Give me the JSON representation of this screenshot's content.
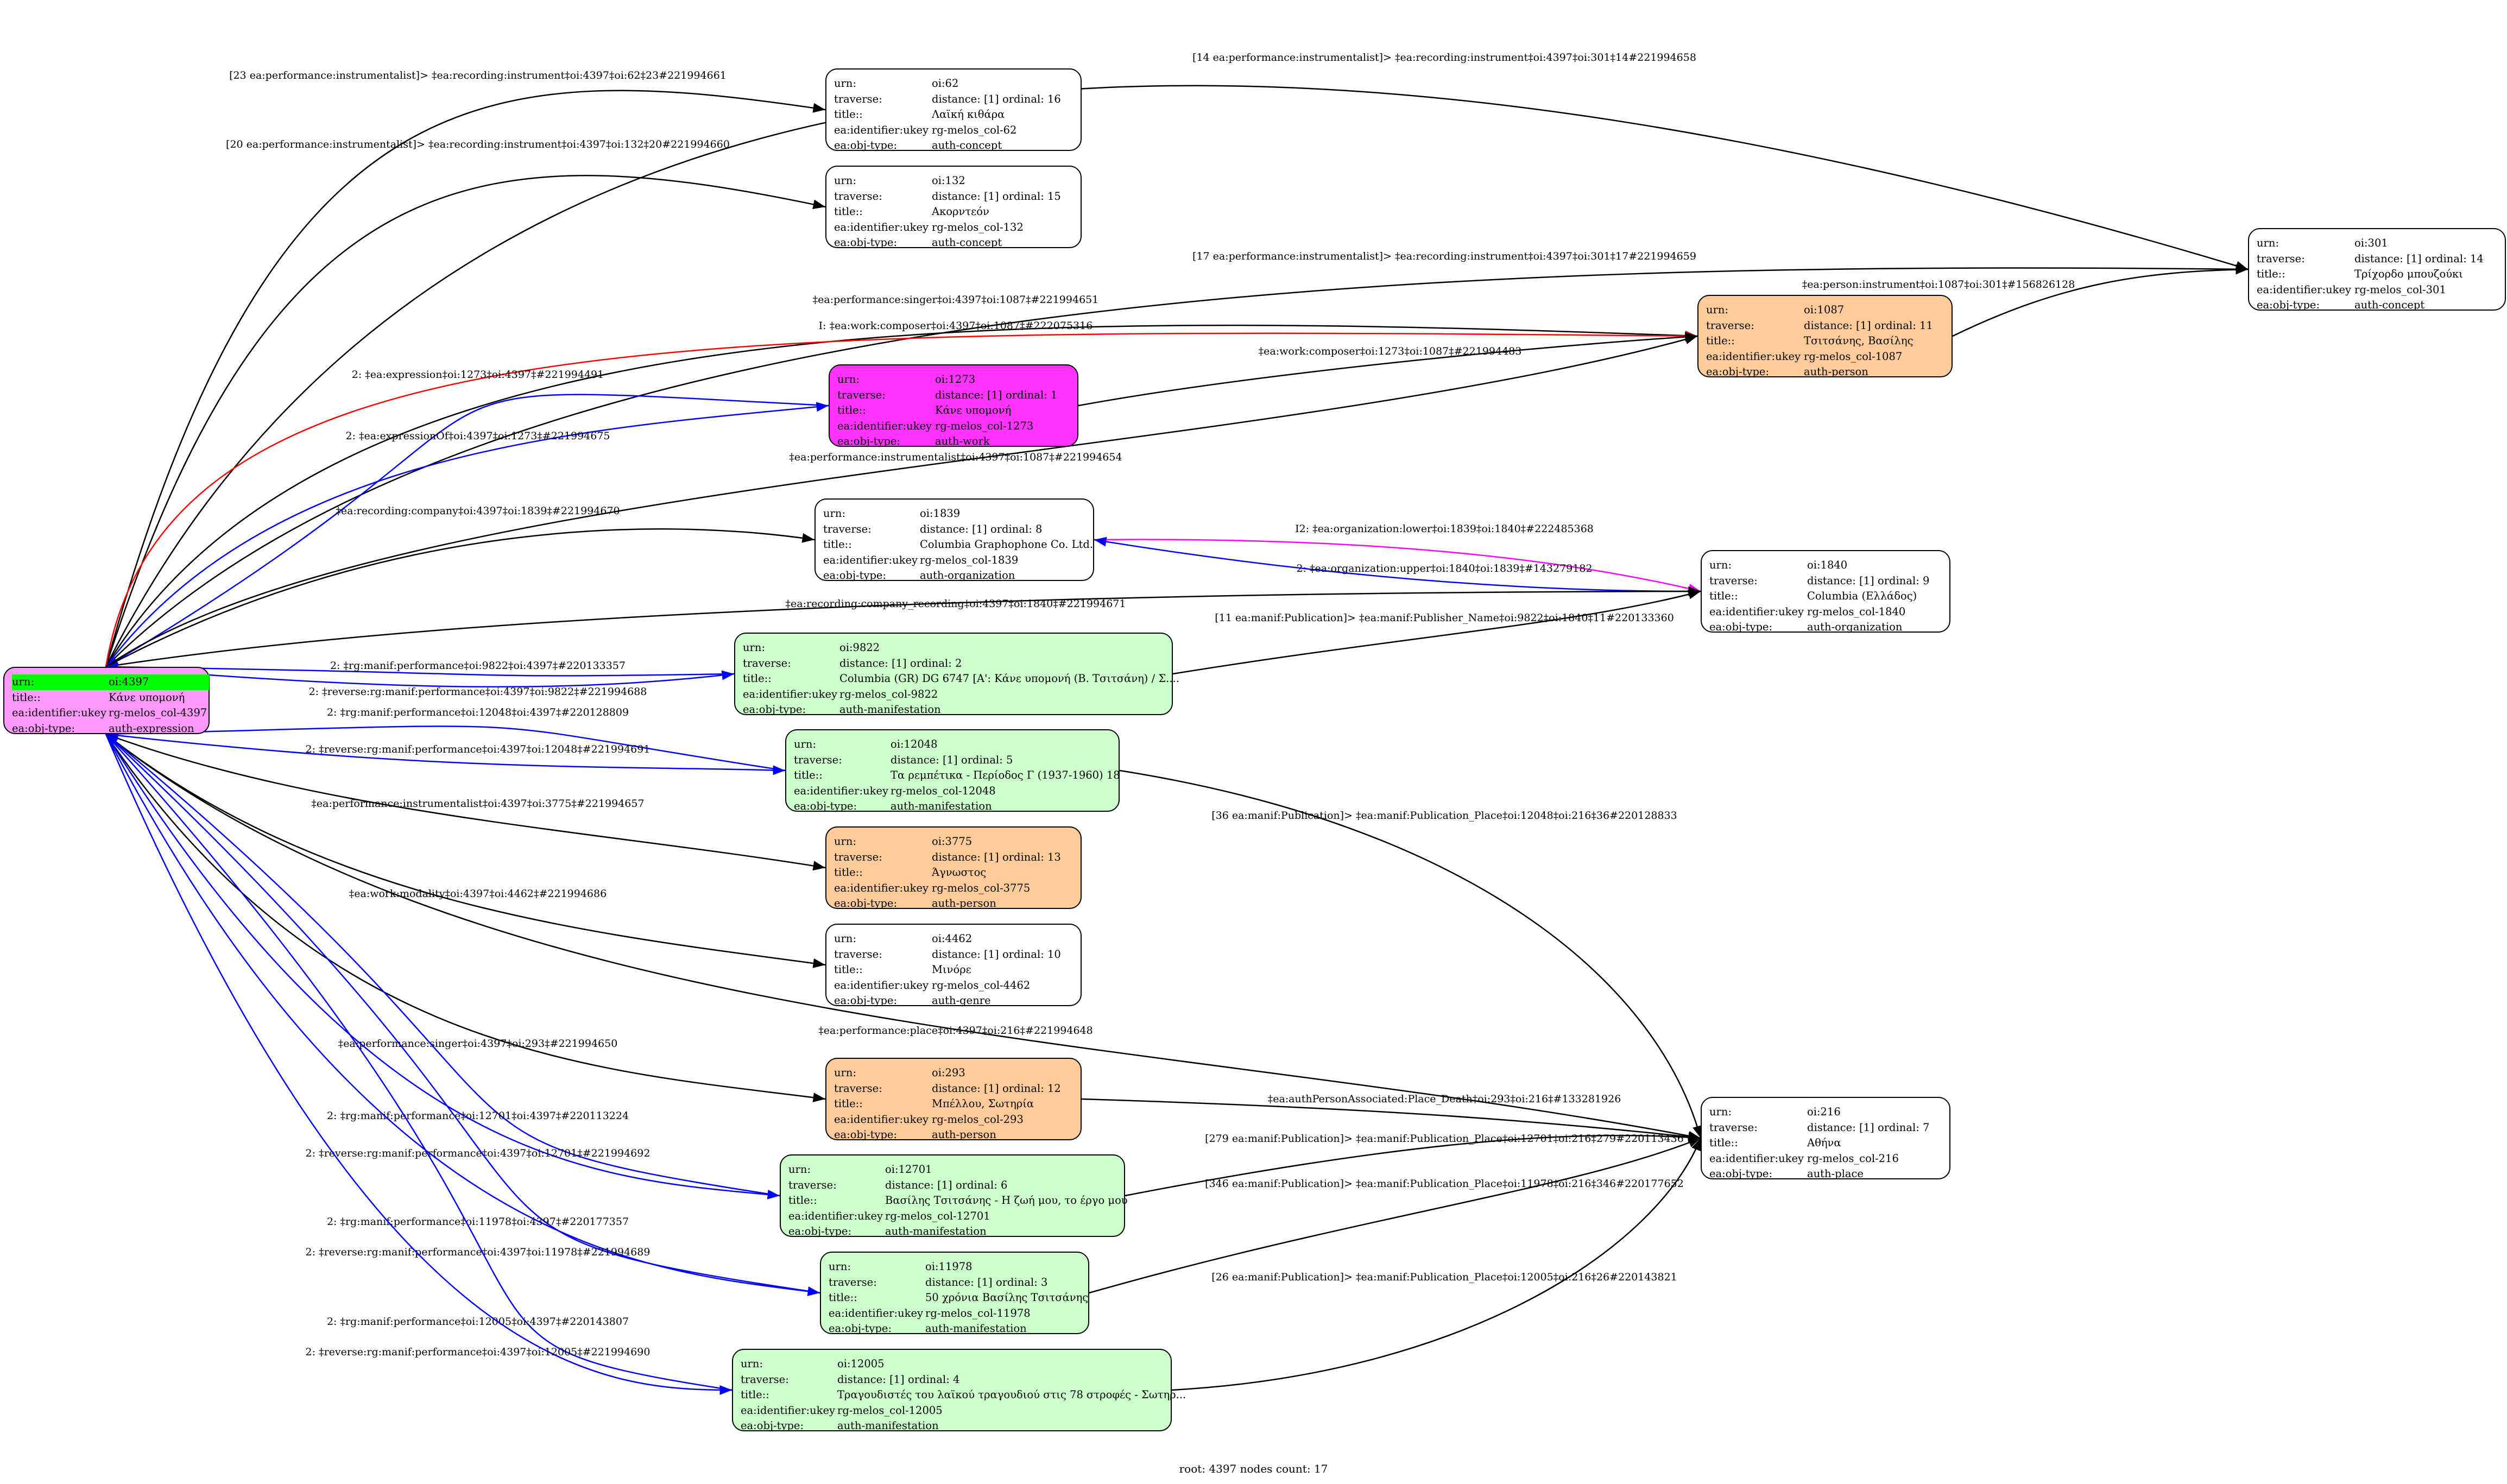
{
  "graph": {
    "root": "oi:4397",
    "footer": "root: 4397 nodes count: 17",
    "field_labels": {
      "urn": "urn:",
      "traverse": "traverse:",
      "title": "title::",
      "ukey": "ea:identifier:ukey",
      "type": "ea:obj-type:"
    },
    "colors": {
      "expression": "#ff99ff",
      "work": "#ff33ff",
      "person": "#ffcc99",
      "manifestation": "#ccffcc",
      "plain": "#ffffff",
      "root_highlight": "#00ff00",
      "edge_default": "#000000",
      "edge_reverse": "#0000ff",
      "edge_inferred": "#ff0000",
      "edge_org_lower": "#ff00ff"
    },
    "nodes": [
      {
        "id": "oi:4397",
        "urn": "oi:4397",
        "traverse": "",
        "distance": "",
        "ordinal": "",
        "title": "Κάνε υπομονή",
        "ukey": "rg-melos_col-4397",
        "type": "auth-expression",
        "color": "expression",
        "root": true
      },
      {
        "id": "oi:62",
        "urn": "oi:62",
        "distance": "distance: [1]",
        "ordinal": "ordinal: 16",
        "title": "Λαϊκή κιθάρα",
        "ukey": "rg-melos_col-62",
        "type": "auth-concept",
        "color": "plain"
      },
      {
        "id": "oi:132",
        "urn": "oi:132",
        "distance": "distance: [1]",
        "ordinal": "ordinal: 15",
        "title": "Ακορντεόν",
        "ukey": "rg-melos_col-132",
        "type": "auth-concept",
        "color": "plain"
      },
      {
        "id": "oi:301",
        "urn": "oi:301",
        "distance": "distance: [1]",
        "ordinal": "ordinal: 14",
        "title": "Τρίχορδο μπουζούκι",
        "ukey": "rg-melos_col-301",
        "type": "auth-concept",
        "color": "plain"
      },
      {
        "id": "oi:1087",
        "urn": "oi:1087",
        "distance": "distance: [1]",
        "ordinal": "ordinal: 11",
        "title": "Τσιτσάνης, Βασίλης",
        "ukey": "rg-melos_col-1087",
        "type": "auth-person",
        "color": "person"
      },
      {
        "id": "oi:1273",
        "urn": "oi:1273",
        "distance": "distance: [1]",
        "ordinal": "ordinal: 1",
        "title": "Κάνε υπομονή",
        "ukey": "rg-melos_col-1273",
        "type": "auth-work",
        "color": "work"
      },
      {
        "id": "oi:1839",
        "urn": "oi:1839",
        "distance": "distance: [1]",
        "ordinal": "ordinal: 8",
        "title": "Columbia Graphophone Co. Ltd.",
        "ukey": "rg-melos_col-1839",
        "type": "auth-organization",
        "color": "plain"
      },
      {
        "id": "oi:1840",
        "urn": "oi:1840",
        "distance": "distance: [1]",
        "ordinal": "ordinal: 9",
        "title": "Columbia (Ελλάδος)",
        "ukey": "rg-melos_col-1840",
        "type": "auth-organization",
        "color": "plain"
      },
      {
        "id": "oi:9822",
        "urn": "oi:9822",
        "distance": "distance: [1]",
        "ordinal": "ordinal: 2",
        "title": "Columbia (GR) DG 6747 [A': Κάνε υπομονή (Β. Τσιτσάνη) / Σ....",
        "ukey": "rg-melos_col-9822",
        "type": "auth-manifestation",
        "color": "manifestation"
      },
      {
        "id": "oi:12048",
        "urn": "oi:12048",
        "distance": "distance: [1]",
        "ordinal": "ordinal: 5",
        "title": "Τα ρεμπέτικα - Περίοδος Γ (1937-1960) 18",
        "ukey": "rg-melos_col-12048",
        "type": "auth-manifestation",
        "color": "manifestation"
      },
      {
        "id": "oi:3775",
        "urn": "oi:3775",
        "distance": "distance: [1]",
        "ordinal": "ordinal: 13",
        "title": "Άγνωστος",
        "ukey": "rg-melos_col-3775",
        "type": "auth-person",
        "color": "person"
      },
      {
        "id": "oi:4462",
        "urn": "oi:4462",
        "distance": "distance: [1]",
        "ordinal": "ordinal: 10",
        "title": "Μινόρε",
        "ukey": "rg-melos_col-4462",
        "type": "auth-genre",
        "color": "plain"
      },
      {
        "id": "oi:216",
        "urn": "oi:216",
        "distance": "distance: [1]",
        "ordinal": "ordinal: 7",
        "title": "Αθήνα",
        "ukey": "rg-melos_col-216",
        "type": "auth-place",
        "color": "plain"
      },
      {
        "id": "oi:293",
        "urn": "oi:293",
        "distance": "distance: [1]",
        "ordinal": "ordinal: 12",
        "title": "Μπέλλου, Σωτηρία",
        "ukey": "rg-melos_col-293",
        "type": "auth-person",
        "color": "person"
      },
      {
        "id": "oi:12701",
        "urn": "oi:12701",
        "distance": "distance: [1]",
        "ordinal": "ordinal: 6",
        "title": "Βασίλης Τσιτσάνης - Η ζωή μου, το έργο μου",
        "ukey": "rg-melos_col-12701",
        "type": "auth-manifestation",
        "color": "manifestation"
      },
      {
        "id": "oi:11978",
        "urn": "oi:11978",
        "distance": "distance: [1]",
        "ordinal": "ordinal: 3",
        "title": "50 χρόνια Βασίλης Τσιτσάνης",
        "ukey": "rg-melos_col-11978",
        "type": "auth-manifestation",
        "color": "manifestation"
      },
      {
        "id": "oi:12005",
        "urn": "oi:12005",
        "distance": "distance: [1]",
        "ordinal": "ordinal: 4",
        "title": "Τραγουδιστές του λαϊκού τραγουδιού στις 78 στροφές - Σωτηρ...",
        "ukey": "rg-melos_col-12005",
        "type": "auth-manifestation",
        "color": "manifestation"
      }
    ],
    "edges": [
      {
        "from": "oi:4397",
        "to": "oi:301",
        "label": "[14 ea:performance:instrumentalist]> ‡ea:recording:instrument‡oi:4397‡oi:301‡14#221994658",
        "color": "edge_default"
      },
      {
        "from": "oi:4397",
        "to": "oi:62",
        "label": "[23 ea:performance:instrumentalist]> ‡ea:recording:instrument‡oi:4397‡oi:62‡23#221994661",
        "color": "edge_default"
      },
      {
        "from": "oi:4397",
        "to": "oi:132",
        "label": "[20 ea:performance:instrumentalist]> ‡ea:recording:instrument‡oi:4397‡oi:132‡20#221994660",
        "color": "edge_default"
      },
      {
        "from": "oi:4397",
        "to": "oi:301",
        "label": "[17 ea:performance:instrumentalist]> ‡ea:recording:instrument‡oi:4397‡oi:301‡17#221994659",
        "color": "edge_default"
      },
      {
        "from": "oi:4397",
        "to": "oi:1087",
        "label": "‡ea:performance:singer‡oi:4397‡oi:1087‡#221994651",
        "color": "edge_default"
      },
      {
        "from": "oi:4397",
        "to": "oi:1087",
        "label": "I: ‡ea:work:composer‡oi:4397‡oi:1087‡#222075316",
        "color": "edge_inferred"
      },
      {
        "from": "oi:1273",
        "to": "oi:4397",
        "label": "2: ‡ea:expression‡oi:1273‡oi:4397‡#221994491",
        "color": "edge_reverse"
      },
      {
        "from": "oi:1273",
        "to": "oi:1087",
        "label": "‡ea:work:composer‡oi:1273‡oi:1087‡#221994483",
        "color": "edge_default"
      },
      {
        "from": "oi:4397",
        "to": "oi:1273",
        "label": "2: ‡ea:expressionOf‡oi:4397‡oi:1273‡#221994675",
        "color": "edge_reverse"
      },
      {
        "from": "oi:4397",
        "to": "oi:1087",
        "label": "‡ea:performance:instrumentalist‡oi:4397‡oi:1087‡#221994654",
        "color": "edge_default"
      },
      {
        "from": "oi:1087",
        "to": "oi:301",
        "label": "‡ea:person:instrument‡oi:1087‡oi:301‡#156826128",
        "color": "edge_default"
      },
      {
        "from": "oi:4397",
        "to": "oi:1839",
        "label": "‡ea:recording:company‡oi:4397‡oi:1839‡#221994670",
        "color": "edge_default"
      },
      {
        "from": "oi:1839",
        "to": "oi:1840",
        "label": "I2: ‡ea:organization:lower‡oi:1839‡oi:1840‡#222485368",
        "color": "edge_org_lower"
      },
      {
        "from": "oi:1840",
        "to": "oi:1839",
        "label": "2: ‡ea:organization:upper‡oi:1840‡oi:1839‡#143279182",
        "color": "edge_reverse"
      },
      {
        "from": "oi:4397",
        "to": "oi:1840",
        "label": "‡ea:recording:company_recording‡oi:4397‡oi:1840‡#221994671",
        "color": "edge_default"
      },
      {
        "from": "oi:9822",
        "to": "oi:1840",
        "label": "[11 ea:manif:Publication]> ‡ea:manif:Publisher_Name‡oi:9822‡oi:1840‡11#220133360",
        "color": "edge_default"
      },
      {
        "from": "oi:9822",
        "to": "oi:4397",
        "label": "2: ‡rg:manif:performance‡oi:9822‡oi:4397‡#220133357",
        "color": "edge_reverse"
      },
      {
        "from": "oi:4397",
        "to": "oi:9822",
        "label": "2: ‡reverse:rg:manif:performance‡oi:4397‡oi:9822‡#221994688",
        "color": "edge_reverse"
      },
      {
        "from": "oi:12048",
        "to": "oi:4397",
        "label": "2: ‡rg:manif:performance‡oi:12048‡oi:4397‡#220128809",
        "color": "edge_reverse"
      },
      {
        "from": "oi:4397",
        "to": "oi:12048",
        "label": "2: ‡reverse:rg:manif:performance‡oi:4397‡oi:12048‡#221994691",
        "color": "edge_reverse"
      },
      {
        "from": "oi:12048",
        "to": "oi:216",
        "label": "[36 ea:manif:Publication]> ‡ea:manif:Publication_Place‡oi:12048‡oi:216‡36#220128833",
        "color": "edge_default"
      },
      {
        "from": "oi:4397",
        "to": "oi:3775",
        "label": "‡ea:performance:instrumentalist‡oi:4397‡oi:3775‡#221994657",
        "color": "edge_default"
      },
      {
        "from": "oi:4397",
        "to": "oi:4462",
        "label": "‡ea:work:modality‡oi:4397‡oi:4462‡#221994686",
        "color": "edge_default"
      },
      {
        "from": "oi:4397",
        "to": "oi:216",
        "label": "‡ea:performance:place‡oi:4397‡oi:216‡#221994648",
        "color": "edge_default"
      },
      {
        "from": "oi:4397",
        "to": "oi:293",
        "label": "‡ea:performance:singer‡oi:4397‡oi:293‡#221994650",
        "color": "edge_default"
      },
      {
        "from": "oi:293",
        "to": "oi:216",
        "label": "‡ea:authPersonAssociated:Place_Death‡oi:293‡oi:216‡#133281926",
        "color": "edge_default"
      },
      {
        "from": "oi:12701",
        "to": "oi:4397",
        "label": "2: ‡rg:manif:performance‡oi:12701‡oi:4397‡#220113224",
        "color": "edge_reverse"
      },
      {
        "from": "oi:4397",
        "to": "oi:12701",
        "label": "2: ‡reverse:rg:manif:performance‡oi:4397‡oi:12701‡#221994692",
        "color": "edge_reverse"
      },
      {
        "from": "oi:12701",
        "to": "oi:216",
        "label": "[279 ea:manif:Publication]> ‡ea:manif:Publication_Place‡oi:12701‡oi:216‡279#220113436",
        "color": "edge_default"
      },
      {
        "from": "oi:11978",
        "to": "oi:4397",
        "label": "2: ‡rg:manif:performance‡oi:11978‡oi:4397‡#220177357",
        "color": "edge_reverse"
      },
      {
        "from": "oi:4397",
        "to": "oi:11978",
        "label": "2: ‡reverse:rg:manif:performance‡oi:4397‡oi:11978‡#221994689",
        "color": "edge_reverse"
      },
      {
        "from": "oi:11978",
        "to": "oi:216",
        "label": "[346 ea:manif:Publication]> ‡ea:manif:Publication_Place‡oi:11978‡oi:216‡346#220177652",
        "color": "edge_default"
      },
      {
        "from": "oi:12005",
        "to": "oi:4397",
        "label": "2: ‡rg:manif:performance‡oi:12005‡oi:4397‡#220143807",
        "color": "edge_reverse"
      },
      {
        "from": "oi:4397",
        "to": "oi:12005",
        "label": "2: ‡reverse:rg:manif:performance‡oi:4397‡oi:12005‡#221994690",
        "color": "edge_reverse"
      },
      {
        "from": "oi:12005",
        "to": "oi:216",
        "label": "[26 ea:manif:Publication]> ‡ea:manif:Publication_Place‡oi:12005‡oi:216‡26#220143821",
        "color": "edge_default"
      }
    ]
  }
}
